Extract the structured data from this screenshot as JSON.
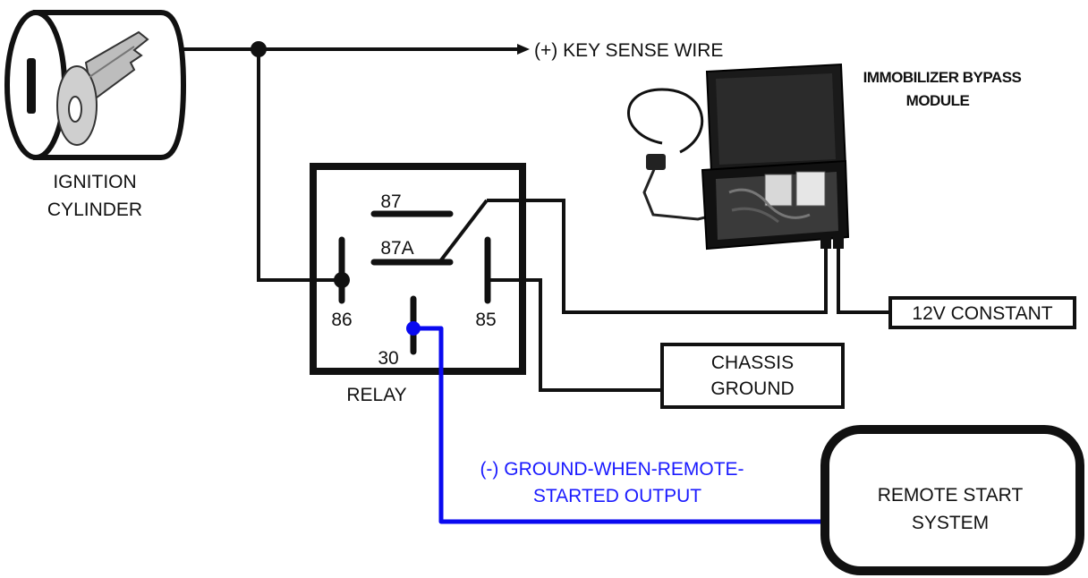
{
  "labels": {
    "key_sense": "(+) KEY SENSE WIRE",
    "ignition_line1": "IGNITION",
    "ignition_line2": "CYLINDER",
    "immobilizer_line1": "IMMOBILIZER BYPASS",
    "immobilizer_line2": "MODULE",
    "relay": "RELAY",
    "pin_87": "87",
    "pin_87a": "87A",
    "pin_86": "86",
    "pin_85": "85",
    "pin_30": "30",
    "constant_12v": "12V CONSTANT",
    "chassis_line1": "CHASSIS",
    "chassis_line2": "GROUND",
    "ground_output_line1": "(-) GROUND-WHEN-REMOTE-",
    "ground_output_line2": "STARTED OUTPUT",
    "remote_start_line1": "REMOTE START",
    "remote_start_line2": "SYSTEM"
  },
  "colors": {
    "wire": "#111111",
    "ground_output_wire": "#0a0af0",
    "ground_output_text": "#1a1aff"
  }
}
